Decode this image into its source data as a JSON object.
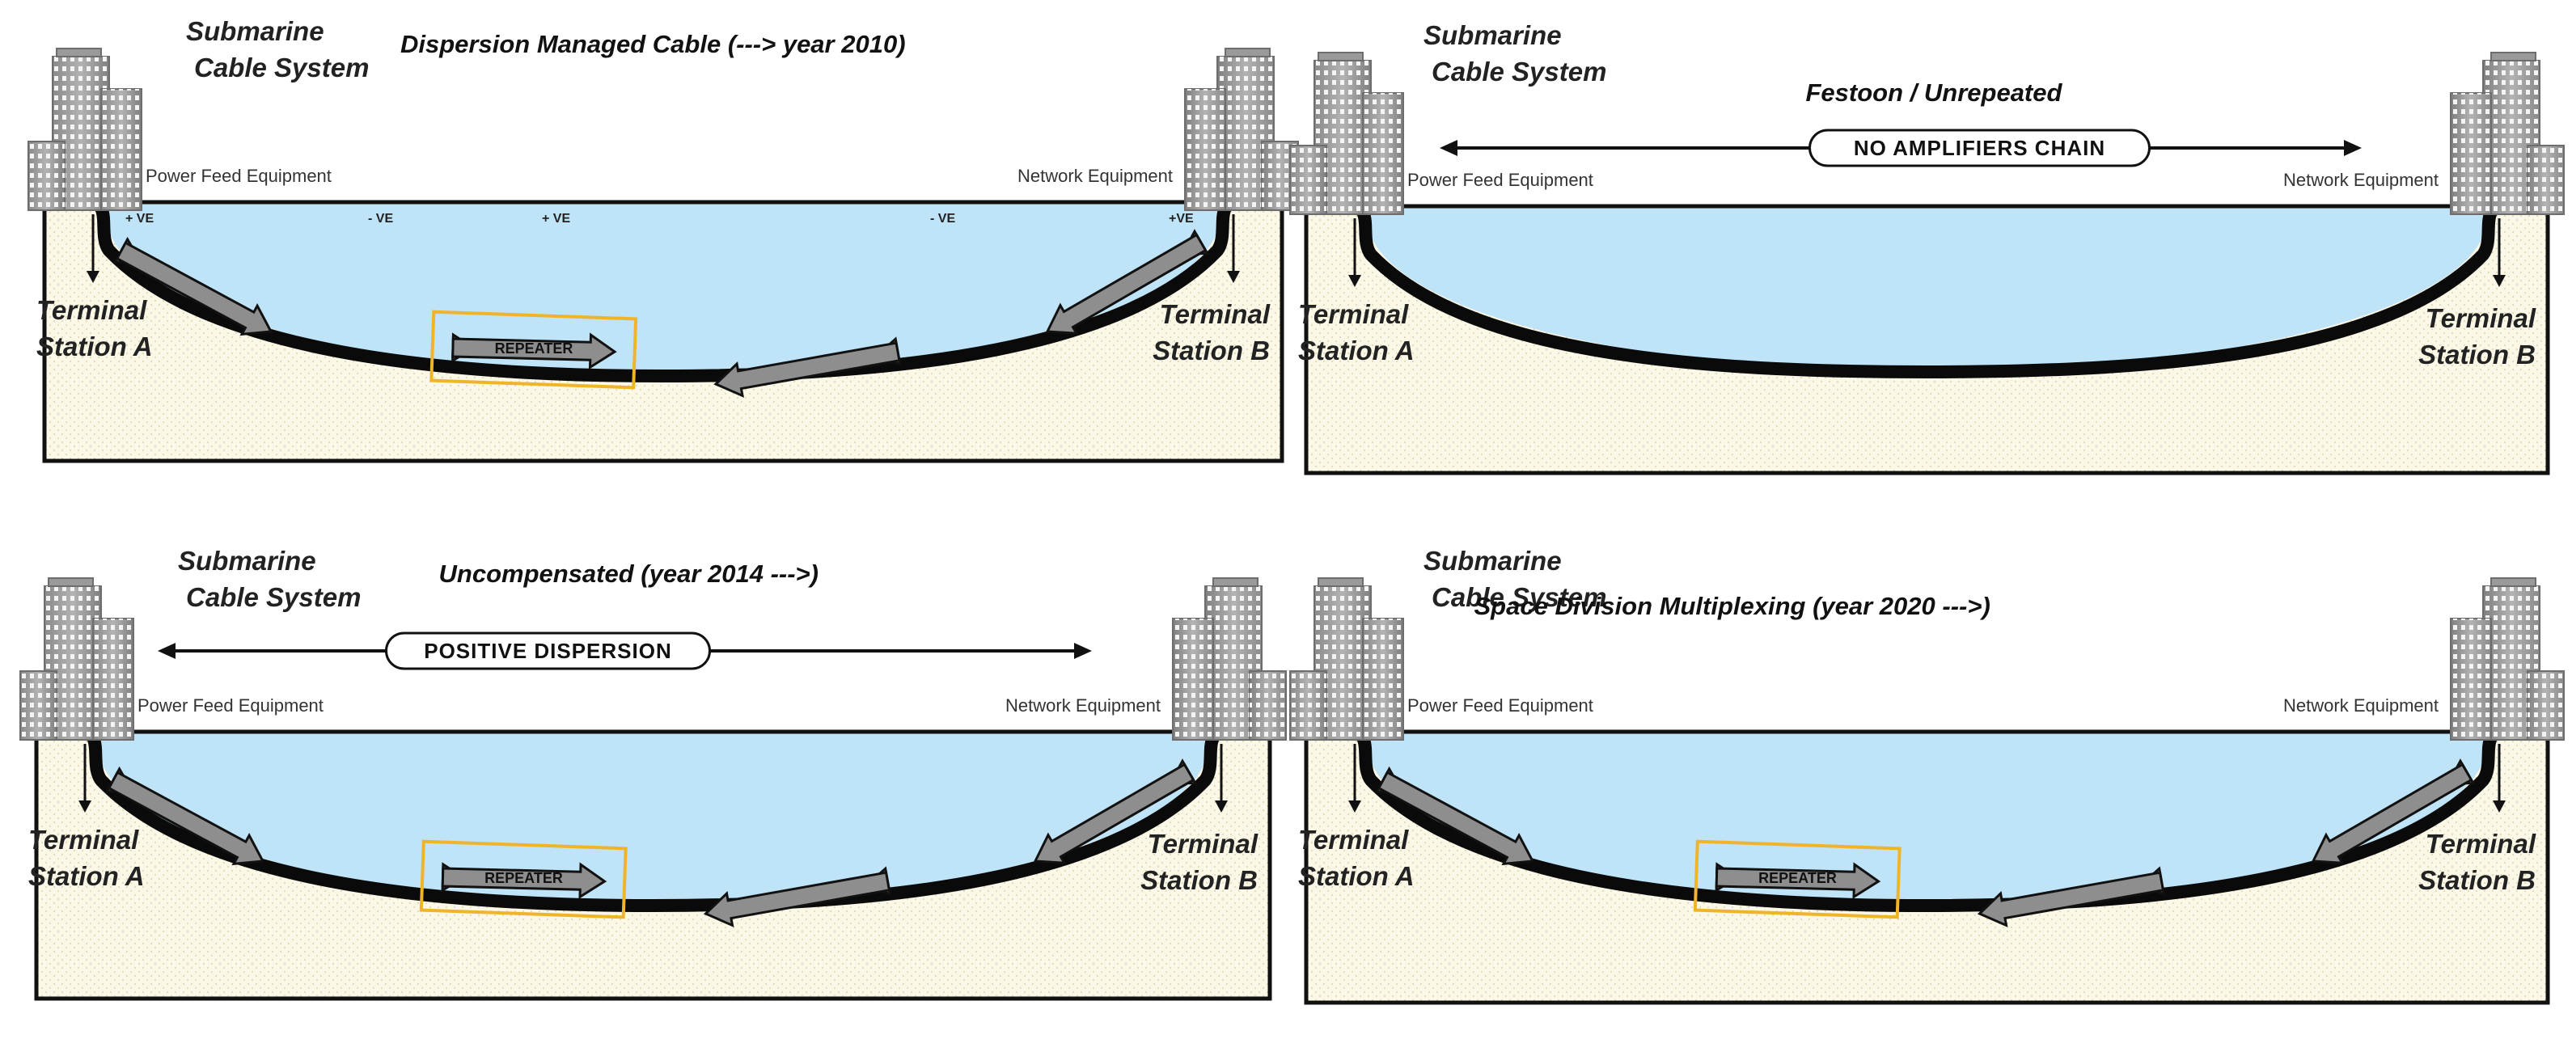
{
  "panels": [
    {
      "id": "dispersion-managed",
      "title": "Dispersion Managed Cable (---> year 2010)",
      "system_label": [
        "Submarine",
        "Cable System"
      ],
      "power_feed": "Power Feed Equipment",
      "network": "Network Equipment",
      "terminal_a": [
        "Terminal",
        "Station A"
      ],
      "terminal_b": [
        "Terminal",
        "Station B"
      ],
      "pill": "",
      "repeater": "REPEATER",
      "amplified": true,
      "polarity": [
        "+ VE",
        "- VE",
        "+ VE",
        "- VE",
        "+VE"
      ]
    },
    {
      "id": "festoon-unrepeated",
      "title": "Festoon / Unrepeated",
      "system_label": [
        "Submarine",
        "Cable System"
      ],
      "power_feed": "Power Feed Equipment",
      "network": "Network Equipment",
      "terminal_a": [
        "Terminal",
        "Station A"
      ],
      "terminal_b": [
        "Terminal",
        "Station B"
      ],
      "pill": "NO AMPLIFIERS CHAIN",
      "repeater": "",
      "amplified": false,
      "polarity": []
    },
    {
      "id": "uncompensated",
      "title": "Uncompensated (year 2014 --->)",
      "system_label": [
        "Submarine",
        "Cable System"
      ],
      "power_feed": "Power Feed Equipment",
      "network": "Network Equipment",
      "terminal_a": [
        "Terminal",
        "Station A"
      ],
      "terminal_b": [
        "Terminal",
        "Station B"
      ],
      "pill": "POSITIVE DISPERSION",
      "repeater": "REPEATER",
      "amplified": true,
      "polarity": []
    },
    {
      "id": "space-division",
      "title": "Space Division Multiplexing (year 2020 --->)",
      "system_label": [
        "Submarine",
        "Cable System"
      ],
      "power_feed": "Power Feed Equipment",
      "network": "Network Equipment",
      "terminal_a": [
        "Terminal",
        "Station A"
      ],
      "terminal_b": [
        "Terminal",
        "Station B"
      ],
      "pill": "",
      "repeater": "REPEATER",
      "amplified": true,
      "polarity": []
    }
  ],
  "colors": {
    "sea": "#bfe3f7",
    "ground": "#fbf8e8",
    "cable": "#0a0a0a",
    "segment": "#8e8e8e",
    "repeater_box": "#f0b429",
    "building": "#a3a3a3"
  }
}
